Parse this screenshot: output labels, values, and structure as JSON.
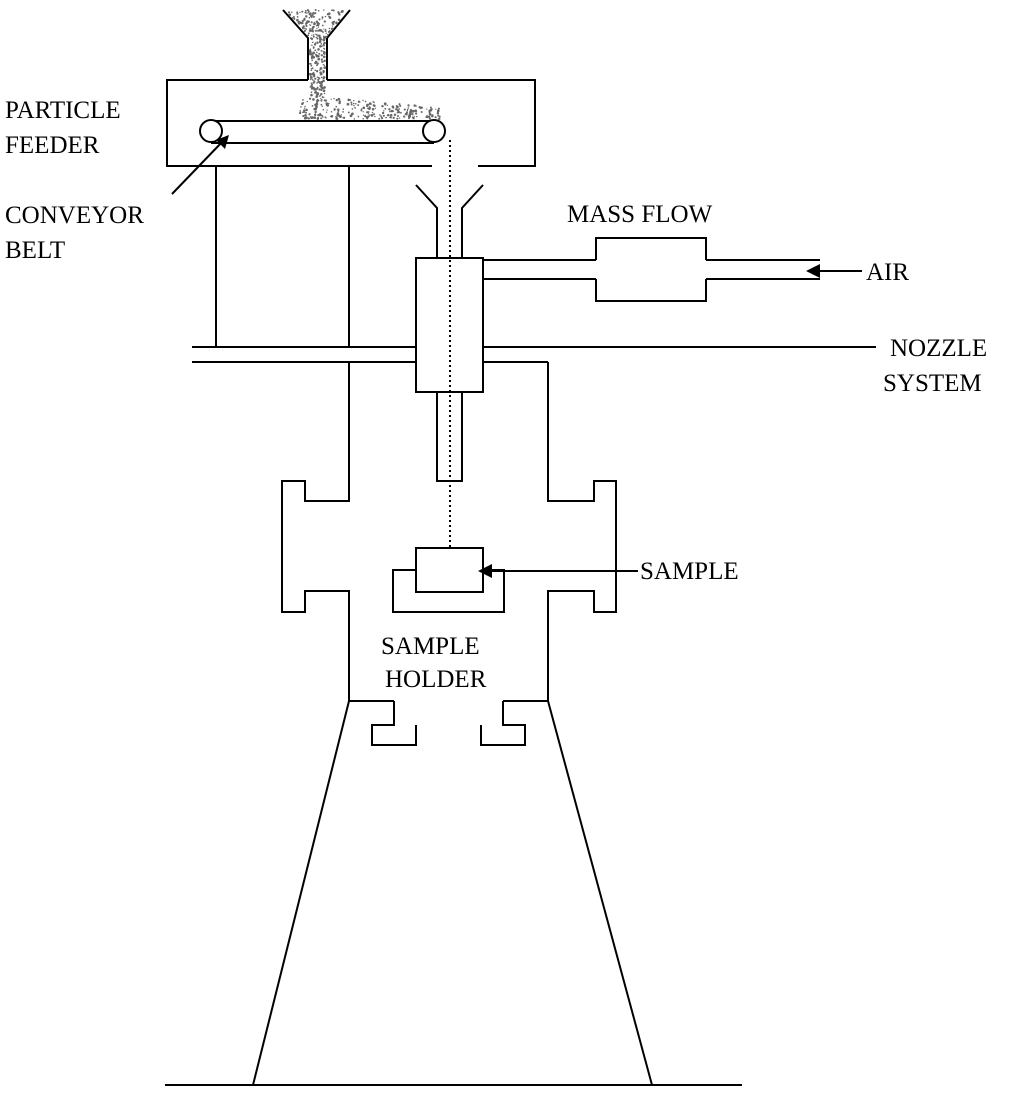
{
  "labels": {
    "particle_feeder_line1": "PARTICLE",
    "particle_feeder_line2": "FEEDER",
    "conveyor_belt_line1": "CONVEYOR",
    "conveyor_belt_line2": "BELT",
    "mass_flow": "MASS FLOW",
    "air": "AIR",
    "nozzle_system_line1": "NOZZLE",
    "nozzle_system_line2": "SYSTEM",
    "sample": "SAMPLE",
    "sample_holder_line1": "SAMPLE",
    "sample_holder_line2": "HOLDER"
  },
  "colors": {
    "line": "#000000",
    "particles": "#666666",
    "background": "#ffffff"
  }
}
